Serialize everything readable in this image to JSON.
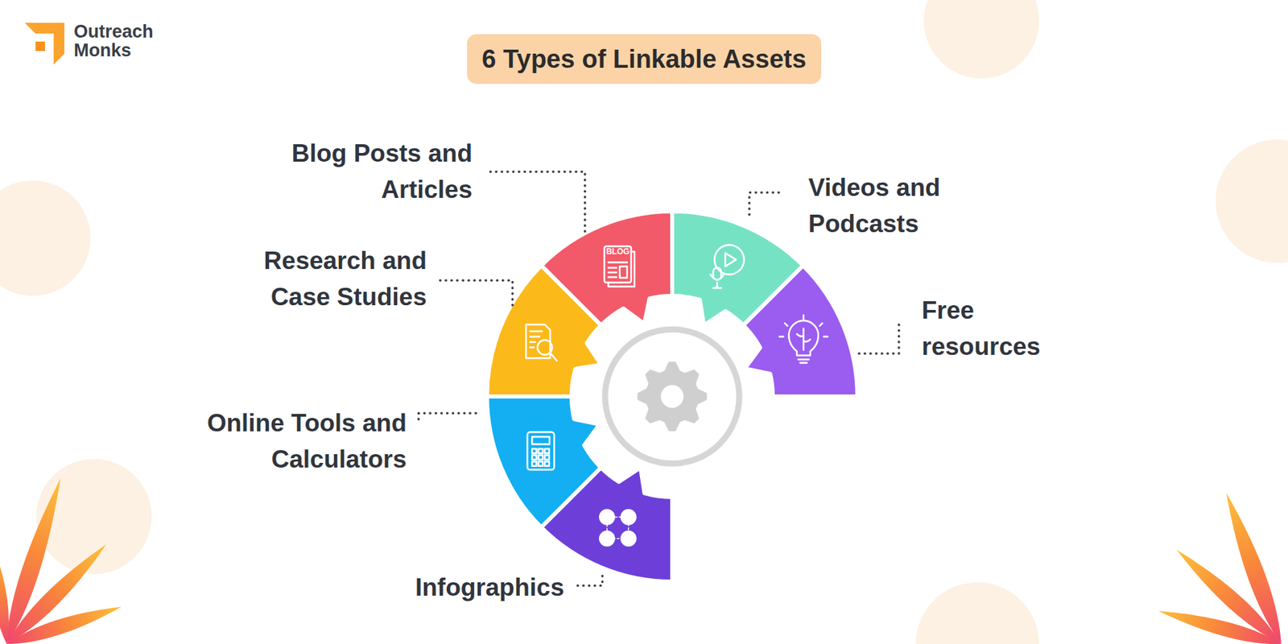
{
  "diagram": {
    "title": "6 Types of Linkable Assets",
    "nodes": [
      {
        "text": [
          "Blog Posts and Articles"
        ]
      },
      {
        "text": [
          "Videos and Podcasts"
        ]
      },
      {
        "text": [
          "Research and Case Studies"
        ]
      },
      {
        "text": [
          "Free resources"
        ]
      },
      {
        "text": [
          "Online Tools and Calculators"
        ]
      },
      {
        "text": [
          "Infographics"
        ]
      }
    ],
    "labels": [
      "Outreach Monks",
      "BLOG"
    ]
  }
}
